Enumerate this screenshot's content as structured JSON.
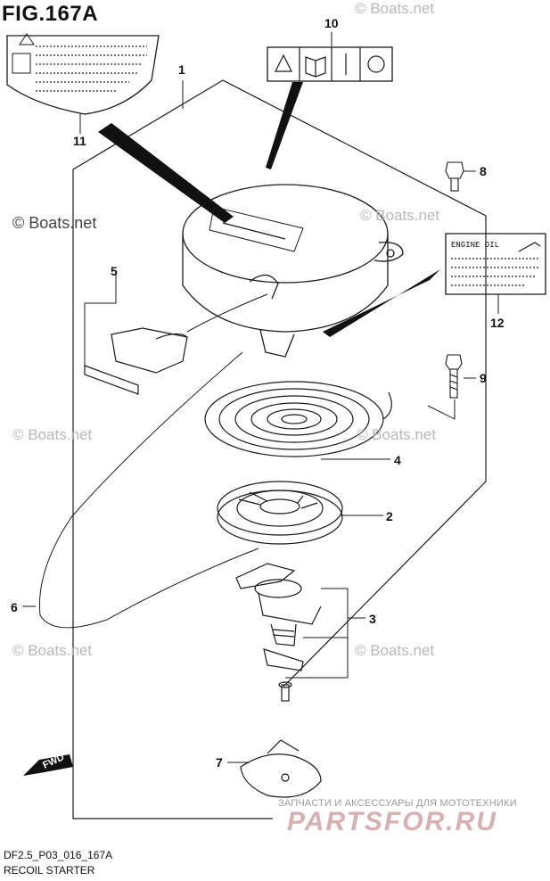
{
  "figure": {
    "title": "FIG.167A",
    "code": "DF2.5_P03_016_167A",
    "name": "RECOIL STARTER"
  },
  "watermarks": {
    "main": "© Boats.net",
    "faint": "© Boats.net"
  },
  "labels": {
    "engine_oil": "ENGINE OIL",
    "fwd": "FWD"
  },
  "callouts": [
    "1",
    "2",
    "3",
    "4",
    "5",
    "6",
    "7",
    "8",
    "9",
    "10",
    "11",
    "12"
  ],
  "shop": {
    "tagline": "ЗАПЧАСТИ И АКСЕССУАРЫ ДЛЯ МОТОТЕХНИКИ",
    "logo": "PARTSFOR.RU"
  },
  "colors": {
    "line": "#1a1a1a",
    "watermark": "#b8b8b8",
    "logo": "#d7b1b1"
  }
}
